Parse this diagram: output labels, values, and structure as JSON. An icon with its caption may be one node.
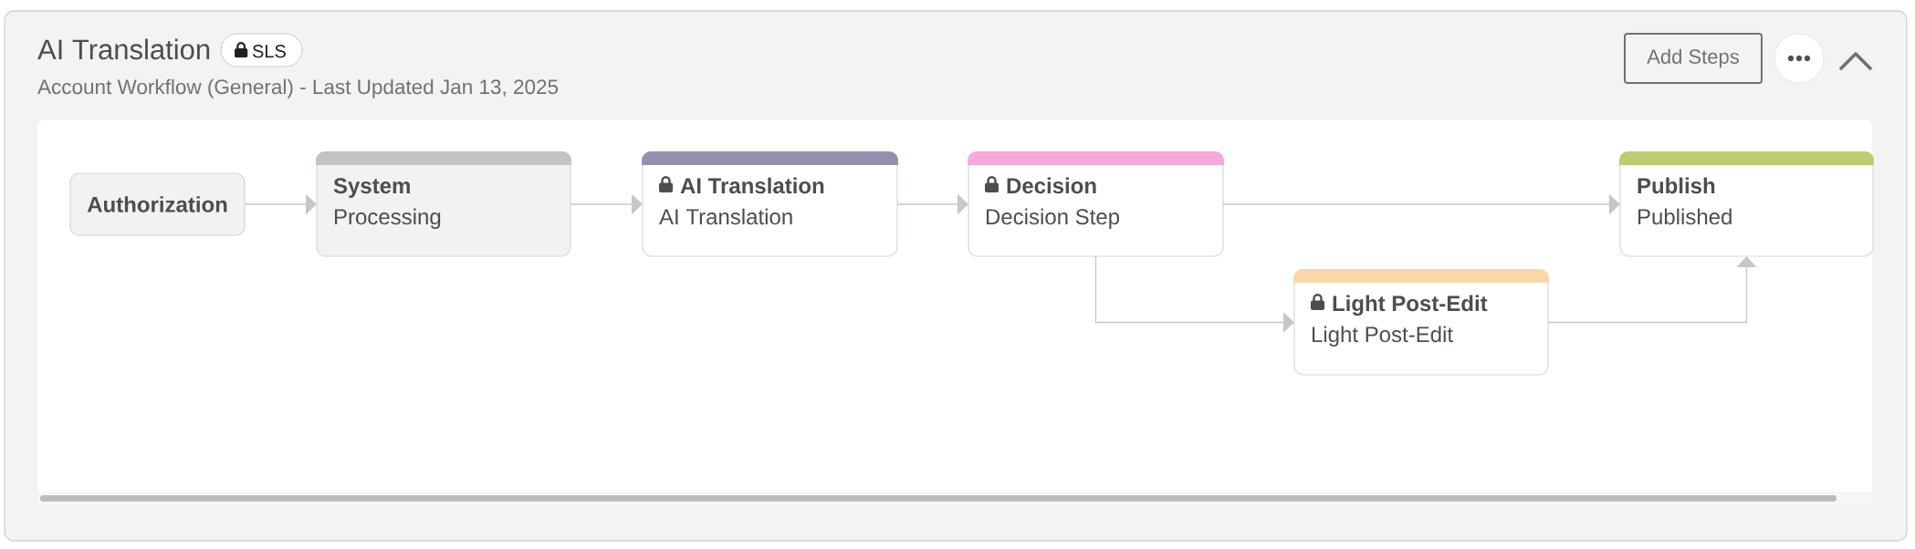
{
  "diagram": {
    "title": "AI Translation",
    "nodes": [
      {
        "text": [
          "SLS"
        ]
      },
      {
        "text": [
          "Add Steps"
        ]
      },
      {
        "text": [
          "Authorization"
        ]
      },
      {
        "text": [
          "System",
          "Processing"
        ]
      },
      {
        "text": [
          "AI Translation",
          "AI Translation"
        ]
      },
      {
        "text": [
          "Decision",
          "Decision Step"
        ]
      },
      {
        "text": [
          "Publish",
          "Published"
        ]
      },
      {
        "text": [
          "Light Post-Edit",
          "Light Post-Edit"
        ]
      }
    ],
    "edges": [
      {
        "from": 2,
        "to": 3,
        "arrow": "to"
      },
      {
        "from": 3,
        "to": 4,
        "arrow": "to"
      },
      {
        "from": 4,
        "to": 5,
        "arrow": "to"
      },
      {
        "from": 5,
        "to": 6,
        "arrow": "to"
      },
      {
        "from": 5,
        "to": 7,
        "arrow": "to"
      },
      {
        "from": 7,
        "to": 6,
        "arrow": "to"
      }
    ],
    "labels": [
      "Account Workflow (General) - Last Updated Jan 13, 2025"
    ]
  }
}
